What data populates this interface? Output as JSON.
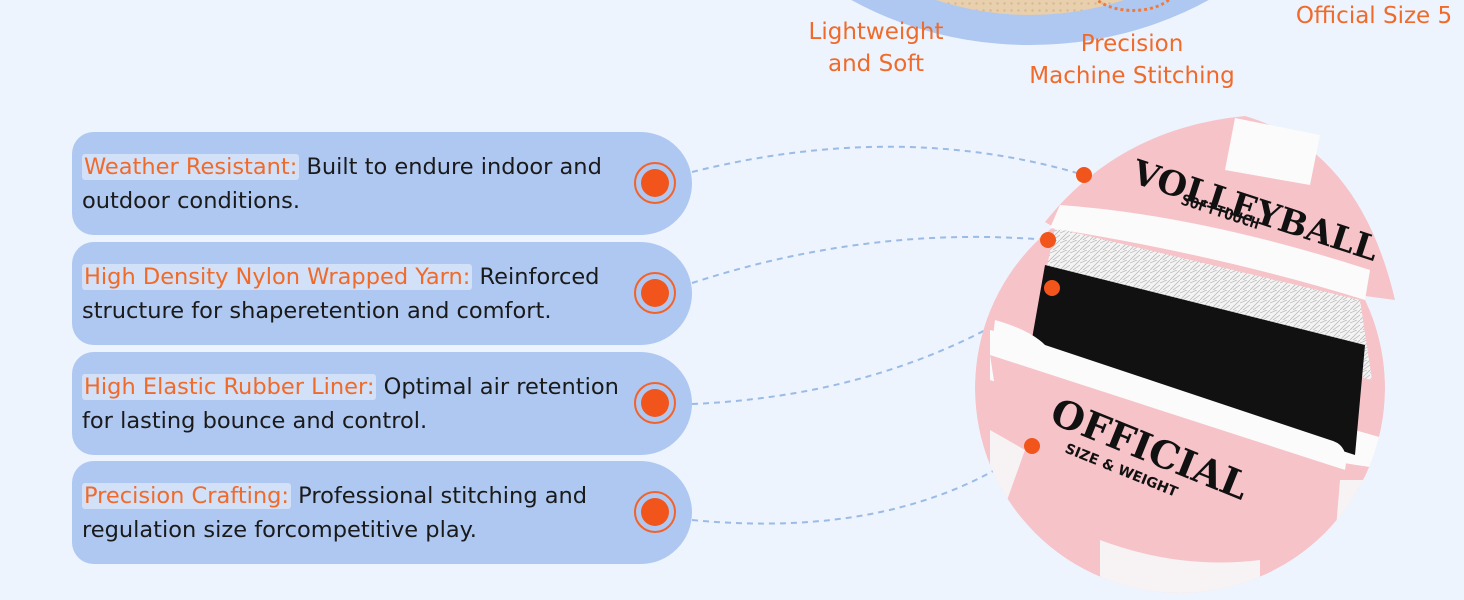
{
  "top_labels": {
    "lightweight": [
      "Lightweight",
      "and Soft"
    ],
    "precision": [
      "Precision",
      "Machine Stitching"
    ],
    "official_size": "Official Size 5"
  },
  "features": [
    {
      "title": "Weather Resistant:",
      "text": " Built to endure indoor and outdoor conditions."
    },
    {
      "title": "High Density Nylon Wrapped Yarn:",
      "text": " Reinforced structure for shaperetention and comfort."
    },
    {
      "title": "High Elastic Rubber Liner:",
      "text": " Optimal air retention for lasting bounce and control."
    },
    {
      "title": "Precision Crafting:",
      "text": " Professional stitching and regulation size forcompetitive play."
    }
  ],
  "ball": {
    "brand": "VOLLEYBALL",
    "sub_brand": "SOFTTOUCH",
    "official": "OFFICIAL",
    "official_sub": "SIZE & WEIGHT"
  },
  "colors": {
    "accent": "#f06a2a",
    "card": "#aec8f2",
    "background": "#edf4fe",
    "ball_pink": "#f6c3c9"
  }
}
